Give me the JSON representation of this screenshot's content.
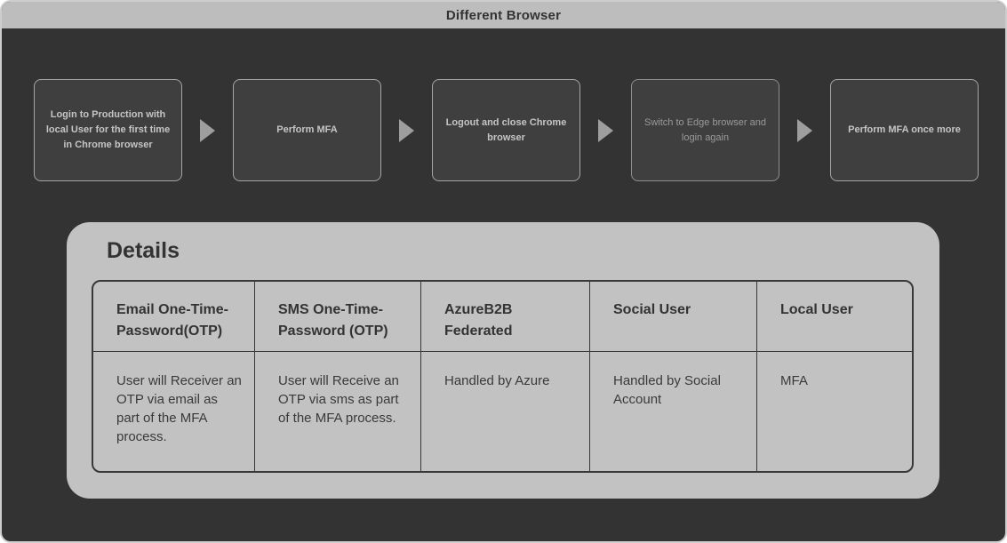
{
  "window": {
    "title": "Different Browser"
  },
  "flow": {
    "steps": [
      {
        "label": "Login to Production with local User for the first time in Chrome browser"
      },
      {
        "label": "Perform MFA"
      },
      {
        "label": "Logout and close Chrome browser"
      },
      {
        "label": "Switch to Edge browser and login again"
      },
      {
        "label": "Perform MFA once more"
      }
    ]
  },
  "details": {
    "heading": "Details",
    "table": {
      "columns": [
        "Email One-Time-Password(OTP)",
        "SMS One-Time-Password (OTP)",
        "AzureB2B Federated",
        "Social User",
        "Local User"
      ],
      "rows": [
        [
          "User will Receiver an OTP via email as part of the MFA process.",
          "User will Receive an OTP via sms as part of the MFA process.",
          "Handled by Azure",
          "Handled by Social Account",
          "MFA"
        ]
      ]
    }
  },
  "colors": {
    "frame_background": "#333333",
    "titlebar_background": "#bdbdbd",
    "panel_background": "#c2c2c2",
    "node_background": "#3f3f3f",
    "node_border": "#a6a6a6",
    "node_text": "#c5c5c5",
    "arrow": "#9e9e9e",
    "table_border": "#383838",
    "dark_text": "#333333"
  }
}
